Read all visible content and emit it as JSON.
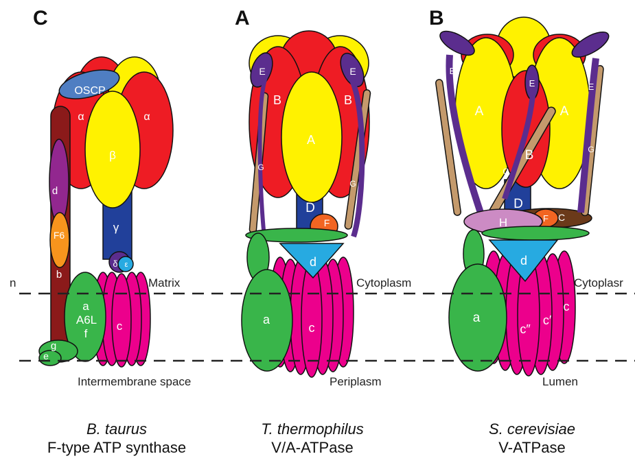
{
  "colors": {
    "red": "#ee1c24",
    "yellow": "#fff200",
    "purple": "#5b2d8e",
    "tan": "#c49a6c",
    "blue": "#21409a",
    "orange": "#f26522",
    "green": "#39b54a",
    "magenta": "#ec008c",
    "cyan": "#27aae1",
    "brown": "#8b1a1a",
    "darkbrown": "#6b3a1a",
    "oscp": "#4f7ec2",
    "pink": "#cc8bc4",
    "dashed_line": "#222222"
  },
  "panels": {
    "C": {
      "letter": "C",
      "species": "B. taurus",
      "type": "F-type ATP synthase",
      "subunits": {
        "oscp": "OSCP",
        "alpha_left": "α",
        "alpha_right": "α",
        "beta": "β",
        "gamma": "γ",
        "delta": "δ",
        "epsilon": "ε",
        "d": "d",
        "f6": "F6",
        "b": "b",
        "a": "a",
        "a6l": "A6L",
        "f": "f",
        "c": "c",
        "g": "g",
        "e": "e"
      },
      "top_membrane": "Matrix",
      "bottom_membrane": "Intermembrane space",
      "cut_label": "n"
    },
    "A": {
      "letter": "A",
      "species": "T. thermophilus",
      "type": "V/A-ATPase",
      "subunits": {
        "e_left": "E",
        "e_right": "E",
        "b_left": "B",
        "b_right": "B",
        "a_center": "A",
        "g_left": "G",
        "g_right": "G",
        "d_upper": "D",
        "f": "F",
        "d_lower": "d",
        "a_membrane": "a",
        "c": "c"
      },
      "top_membrane": "Cytoplasm",
      "bottom_membrane": "Periplasm"
    },
    "B": {
      "letter": "B",
      "species": "S. cerevisiae",
      "type": "V-ATPase",
      "subunits": {
        "e_left": "E",
        "e_mid": "E",
        "e_right": "E",
        "a_left": "A",
        "a_right": "A",
        "b": "B",
        "g_mid": "G",
        "g_right": "G",
        "d_upper": "D",
        "h": "H",
        "f": "F",
        "c_upper": "C",
        "d_lower": "d",
        "a_membrane": "a",
        "c_dprime": "c″",
        "c_prime": "c′",
        "c": "c"
      },
      "top_membrane": "Cytoplasr",
      "bottom_membrane": "Lumen"
    }
  }
}
